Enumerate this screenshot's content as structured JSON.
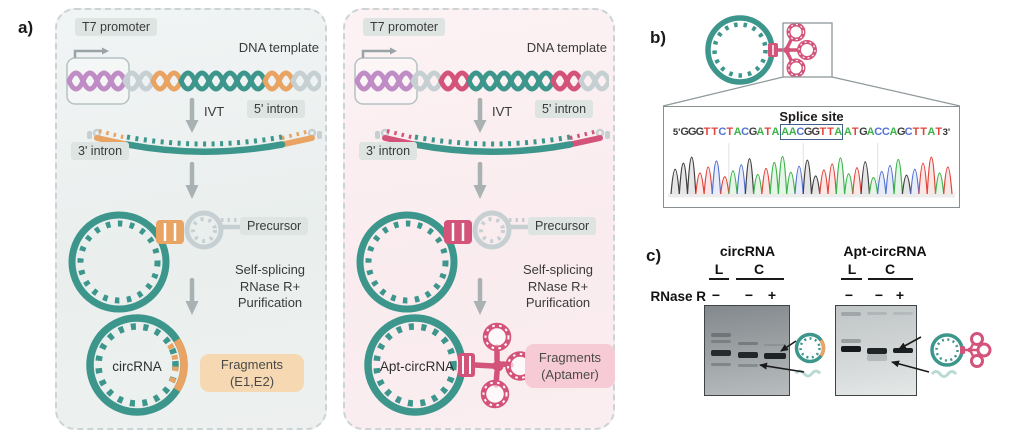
{
  "colors": {
    "teal": "#3d968c",
    "grey_strand": "#c6d0d2",
    "purple": "#bf8cc6",
    "orange": "#e9a362",
    "pink": "#d4537a"
  },
  "panel_a": {
    "label": "a)",
    "left": {
      "t7_promoter": "T7 promoter",
      "dna_template": "DNA template",
      "ivt": "IVT",
      "intron5": "5' intron",
      "intron3": "3' intron",
      "precursor": "Precursor",
      "process_lines": [
        "Self-splicing",
        "RNase R+",
        "Purification"
      ],
      "product_label": "circRNA",
      "fragments_line1": "Fragments",
      "fragments_line2": "(E1,E2)"
    },
    "right": {
      "t7_promoter": "T7 promoter",
      "dna_template": "DNA template",
      "ivt": "IVT",
      "intron5": "5' intron",
      "intron3": "3' intron",
      "precursor": "Precursor",
      "process_lines": [
        "Self-splicing",
        "RNase R+",
        "Purification"
      ],
      "product_label": "Apt-circRNA",
      "fragments_line1": "Fragments",
      "fragments_line2": "(Aptamer)"
    }
  },
  "panel_b": {
    "label": "b)",
    "splice_site_title": "Splice site",
    "seq_prefix": "5'",
    "seq_suffix": "3'",
    "sequence": "GGGTTCTACGATAAACGGTTAATGACCAGCTTAT",
    "boxed_start": 13,
    "boxed_end": 21,
    "base_colors": {
      "A": "#3cb44a",
      "C": "#5472d3",
      "G": "#3f3f3f",
      "T": "#e0443a"
    }
  },
  "panel_c": {
    "label": "c)",
    "rnase_r_label": "RNase R",
    "gels": [
      {
        "title": "circRNA",
        "lane_l": "L",
        "lane_c": "C",
        "signs": [
          "−",
          "−",
          "+"
        ]
      },
      {
        "title": "Apt-circRNA",
        "lane_l": "L",
        "lane_c": "C",
        "signs": [
          "−",
          "−",
          "+"
        ]
      }
    ]
  }
}
